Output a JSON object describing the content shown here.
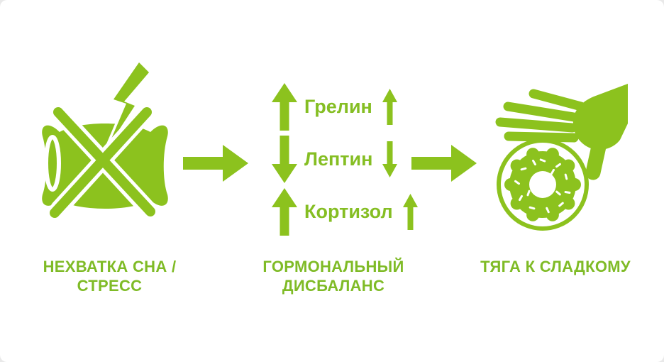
{
  "palette": {
    "green": "#8CC21E",
    "text_green": "#7FBB26",
    "background": "#FFFFFF"
  },
  "stages": {
    "cause": {
      "line1": "НЕХВАТКА СНА /",
      "line2": "СТРЕСС",
      "icon": "crossed-pillow-with-lightning"
    },
    "mechanism": {
      "line1": "ГОРМОНАЛЬНЫЙ",
      "line2": "ДИСБАЛАНС",
      "icon": "hormone-arrows"
    },
    "effect": {
      "line1": "ТЯГА К СЛАДКОМУ",
      "icon": "hand-reaching-donut"
    }
  },
  "hormones": {
    "rows": [
      {
        "name": "Грелин",
        "direction": "up"
      },
      {
        "name": "Лептин",
        "direction": "down"
      },
      {
        "name": "Кортизол",
        "direction": "up"
      }
    ]
  }
}
